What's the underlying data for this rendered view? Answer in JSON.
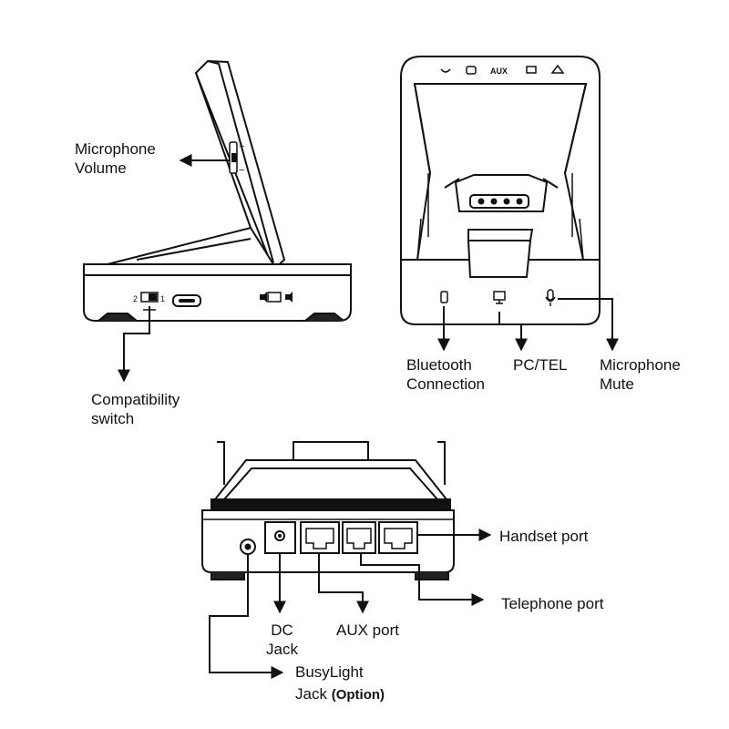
{
  "labels": {
    "mic_volume": "Microphone\nVolume",
    "compat_switch": "Compatibility\nswitch",
    "bluetooth": "Bluetooth\nConnection",
    "pc_tel": "PC/TEL",
    "mic_mute": "Microphone\nMute",
    "handset_port": "Handset port",
    "telephone_port": "Telephone port",
    "dc_jack": "DC\nJack",
    "aux_port": "AUX port",
    "busylight_line1": "BusyLight",
    "busylight_line2": "Jack",
    "busylight_option": "(Option)"
  },
  "device_markings": {
    "switch_2": "2",
    "switch_1": "1",
    "aux_icon": "AUX",
    "plus": "+",
    "minus": "−"
  },
  "colors": {
    "line": "#111111",
    "fill": "#ffffff",
    "shade": "#d8d8d8"
  }
}
